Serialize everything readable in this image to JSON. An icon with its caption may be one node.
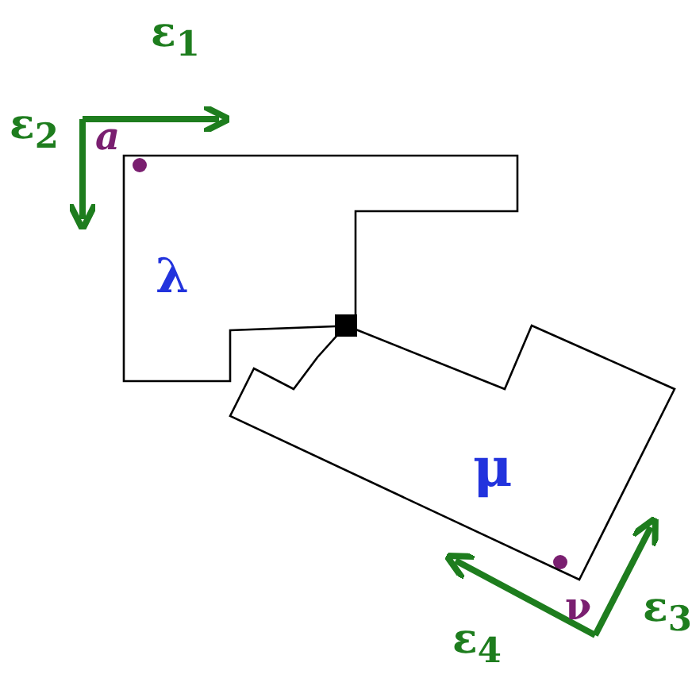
{
  "diagram": {
    "nodes": [
      {
        "text": [
          "λ"
        ]
      },
      {
        "text": [
          "μ",
          "ν"
        ]
      }
    ],
    "labels": [
      "ε$_{1}$",
      "ε$_{2}$",
      "a",
      "ε$_{3}$",
      "ε$_{4}$"
    ]
  }
}
